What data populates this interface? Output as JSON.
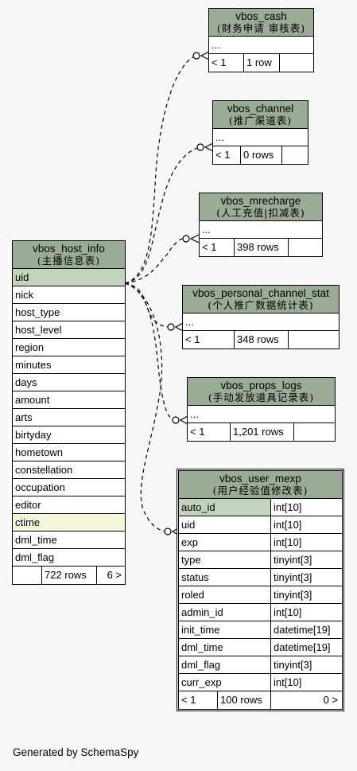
{
  "footer": "Generated by SchemaSpy",
  "host_info": {
    "name": "vbos_host_info",
    "comment": "(主播信息表)",
    "columns": [
      "uid",
      "nick",
      "host_type",
      "host_level",
      "region",
      "minutes",
      "days",
      "amount",
      "arts",
      "birtyday",
      "hometown",
      "constellation",
      "occupation",
      "editor",
      "ctime",
      "dml_time",
      "dml_flag"
    ],
    "rows": "722 rows",
    "children": "6 >"
  },
  "cash": {
    "name": "vbos_cash",
    "comment": "(财务申请 审核表)",
    "col": "...",
    "parents": "< 1",
    "rows": "1 row"
  },
  "channel": {
    "name": "vbos_channel",
    "comment": "(推广渠道表)",
    "col": "...",
    "parents": "< 1",
    "rows": "0 rows"
  },
  "mrecharge": {
    "name": "vbos_mrecharge",
    "comment": "(人工充值|扣减表)",
    "col": "...",
    "parents": "< 1",
    "rows": "398 rows"
  },
  "pcs": {
    "name": "vbos_personal_channel_stat",
    "comment": "(个人推广数据统计表)",
    "col": "...",
    "parents": "< 1",
    "rows": "348 rows"
  },
  "props": {
    "name": "vbos_props_logs",
    "comment": "(手动发放道具记录表)",
    "col": "...",
    "parents": "< 1",
    "rows": "1,201 rows"
  },
  "mexp": {
    "name": "vbos_user_mexp",
    "comment": "(用户经验值修改表)",
    "columns": [
      {
        "name": "auto_id",
        "type": "int[10]"
      },
      {
        "name": "uid",
        "type": "int[10]"
      },
      {
        "name": "exp",
        "type": "int[10]"
      },
      {
        "name": "type",
        "type": "tinyint[3]"
      },
      {
        "name": "status",
        "type": "tinyint[3]"
      },
      {
        "name": "roled",
        "type": "tinyint[3]"
      },
      {
        "name": "admin_id",
        "type": "int[10]"
      },
      {
        "name": "init_time",
        "type": "datetime[19]"
      },
      {
        "name": "dml_time",
        "type": "datetime[19]"
      },
      {
        "name": "dml_flag",
        "type": "tinyint[3]"
      },
      {
        "name": "curr_exp",
        "type": "int[10]"
      }
    ],
    "parents": "< 1",
    "rows": "100 rows",
    "children": "0 >"
  }
}
